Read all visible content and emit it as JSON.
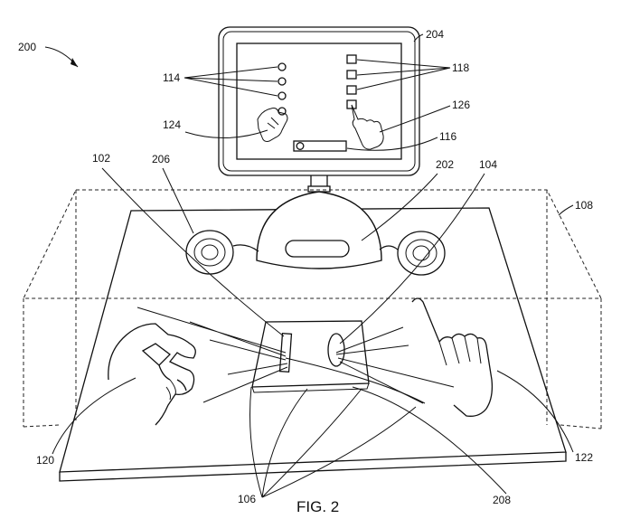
{
  "figure": {
    "caption": "FIG. 2",
    "labels": {
      "system": "200",
      "display": "204",
      "pointer_circles": "114",
      "menu_boxes": "118",
      "cursor_hand": "124",
      "pointer_hand": "126",
      "slider": "116",
      "sensor_left": "102",
      "speaker": "206",
      "computer": "202",
      "sensor_right": "104",
      "volume": "108",
      "left_hand": "120",
      "right_hand": "122",
      "rays": "106",
      "surface_region": "208"
    }
  }
}
